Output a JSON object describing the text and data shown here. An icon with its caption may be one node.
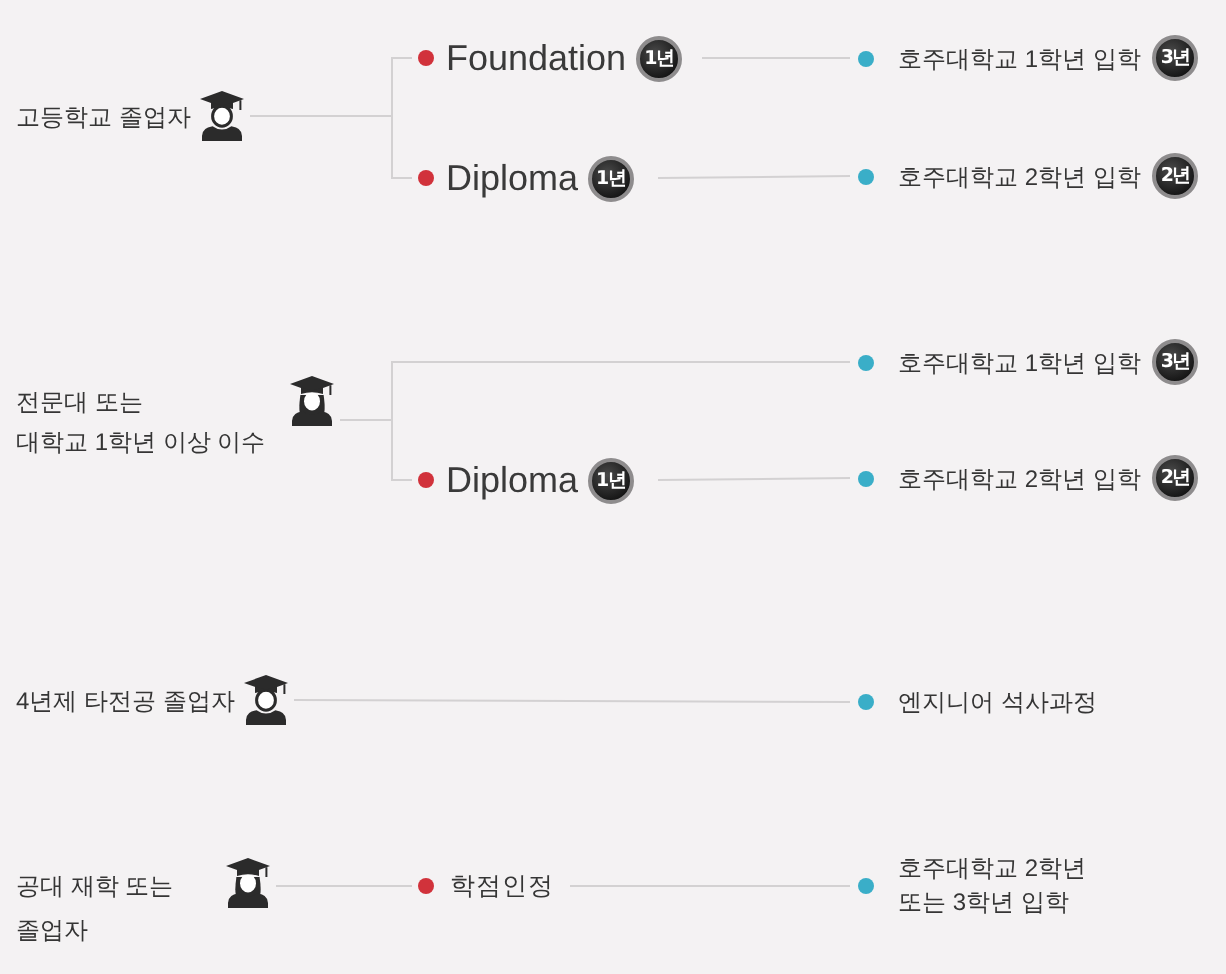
{
  "diagram": {
    "nodes": [
      {
        "text": [
          "고등학교 졸업자"
        ]
      },
      {
        "text": [
          "Foundation",
          "1년"
        ]
      },
      {
        "text": [
          "Diploma",
          "1년"
        ]
      },
      {
        "text": [
          "호주대학교 1학년 입학",
          "3년"
        ]
      },
      {
        "text": [
          "호주대학교 2학년 입학",
          "2년"
        ]
      },
      {
        "text": [
          "전문대 또는 대학교 1학년 이상 이수"
        ]
      },
      {
        "text": [
          "호주대학교 1학년 입학",
          "3년"
        ]
      },
      {
        "text": [
          "Diploma",
          "1년"
        ]
      },
      {
        "text": [
          "호주대학교 2학년 입학",
          "2년"
        ]
      },
      {
        "text": [
          "4년제 타전공 졸업자"
        ]
      },
      {
        "text": [
          "엔지니어 석사과정"
        ]
      },
      {
        "text": [
          "공대 재학 또는 졸업자"
        ]
      },
      {
        "text": [
          "학점인정"
        ]
      },
      {
        "text": [
          "호주대학교 2학년 또는 3학년 입학"
        ]
      }
    ],
    "edges": [
      {
        "from": 0,
        "to": 1,
        "arrow": "none"
      },
      {
        "from": 0,
        "to": 2,
        "arrow": "none"
      },
      {
        "from": 1,
        "to": 3,
        "arrow": "none"
      },
      {
        "from": 2,
        "to": 4,
        "arrow": "none"
      },
      {
        "from": 5,
        "to": 6,
        "arrow": "none"
      },
      {
        "from": 5,
        "to": 7,
        "arrow": "none"
      },
      {
        "from": 7,
        "to": 8,
        "arrow": "none"
      },
      {
        "from": 9,
        "to": 10,
        "arrow": "none"
      },
      {
        "from": 11,
        "to": 12,
        "arrow": "none"
      },
      {
        "from": 12,
        "to": 13,
        "arrow": "none"
      }
    ]
  }
}
